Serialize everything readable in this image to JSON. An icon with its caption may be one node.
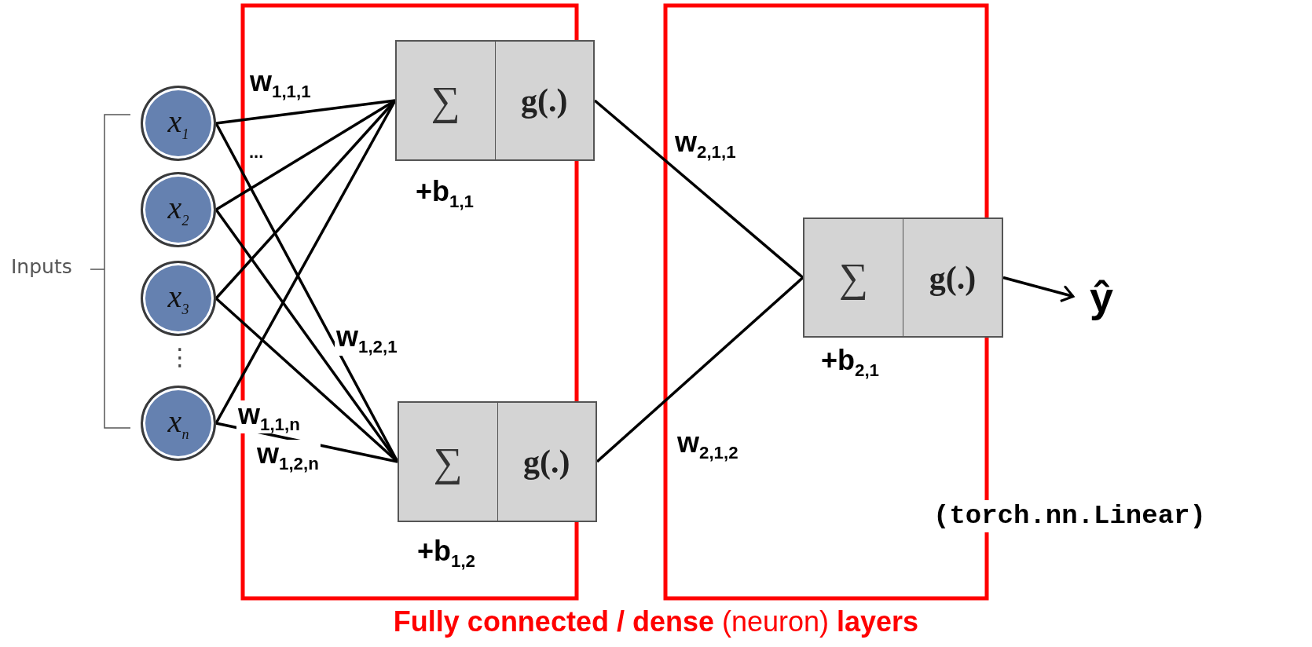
{
  "diagram": {
    "caption": "**Fully connected / dense** (neuron) **layers**",
    "nodes": [
      {
        "text": [
          "x$_{1}$"
        ]
      },
      {
        "text": [
          "x$_{2}$"
        ]
      },
      {
        "text": [
          "x$_{3}$"
        ]
      },
      {
        "text": [
          "x$_{n}$"
        ]
      },
      {
        "text": [
          "∑",
          "g(.)"
        ],
        "beside": [
          "+b$_{1,1}$"
        ]
      },
      {
        "text": [
          "∑",
          "g(.)"
        ],
        "beside": [
          "+b$_{1,2}$"
        ]
      },
      {
        "text": [
          "∑",
          "g(.)"
        ],
        "beside": [
          "+b$_{2,1}$"
        ]
      },
      {
        "text": [
          "ŷ"
        ]
      }
    ],
    "edges": [
      {
        "from": 0,
        "to": 4,
        "arrow": "none",
        "label": "w$_{1,1,1}$"
      },
      {
        "from": 0,
        "to": 5,
        "arrow": "none",
        "label": "w$_{1,2,1}$"
      },
      {
        "from": 1,
        "to": 4,
        "arrow": "none"
      },
      {
        "from": 1,
        "to": 5,
        "arrow": "none"
      },
      {
        "from": 2,
        "to": 4,
        "arrow": "none"
      },
      {
        "from": 2,
        "to": 5,
        "arrow": "none"
      },
      {
        "from": 3,
        "to": 4,
        "arrow": "none",
        "label": "w$_{1,1,n}$"
      },
      {
        "from": 3,
        "to": 5,
        "arrow": "none",
        "label": "w$_{1,2,n}$"
      },
      {
        "from": 4,
        "to": 6,
        "arrow": "none",
        "label": "w$_{2,1,1}$"
      },
      {
        "from": 5,
        "to": 6,
        "arrow": "none",
        "label": "w$_{2,1,2}$"
      },
      {
        "from": 6,
        "to": 7,
        "arrow": "to"
      }
    ],
    "labels": [
      "Inputs",
      "...",
      "⋮",
      "(torch.nn.Linear)"
    ]
  }
}
